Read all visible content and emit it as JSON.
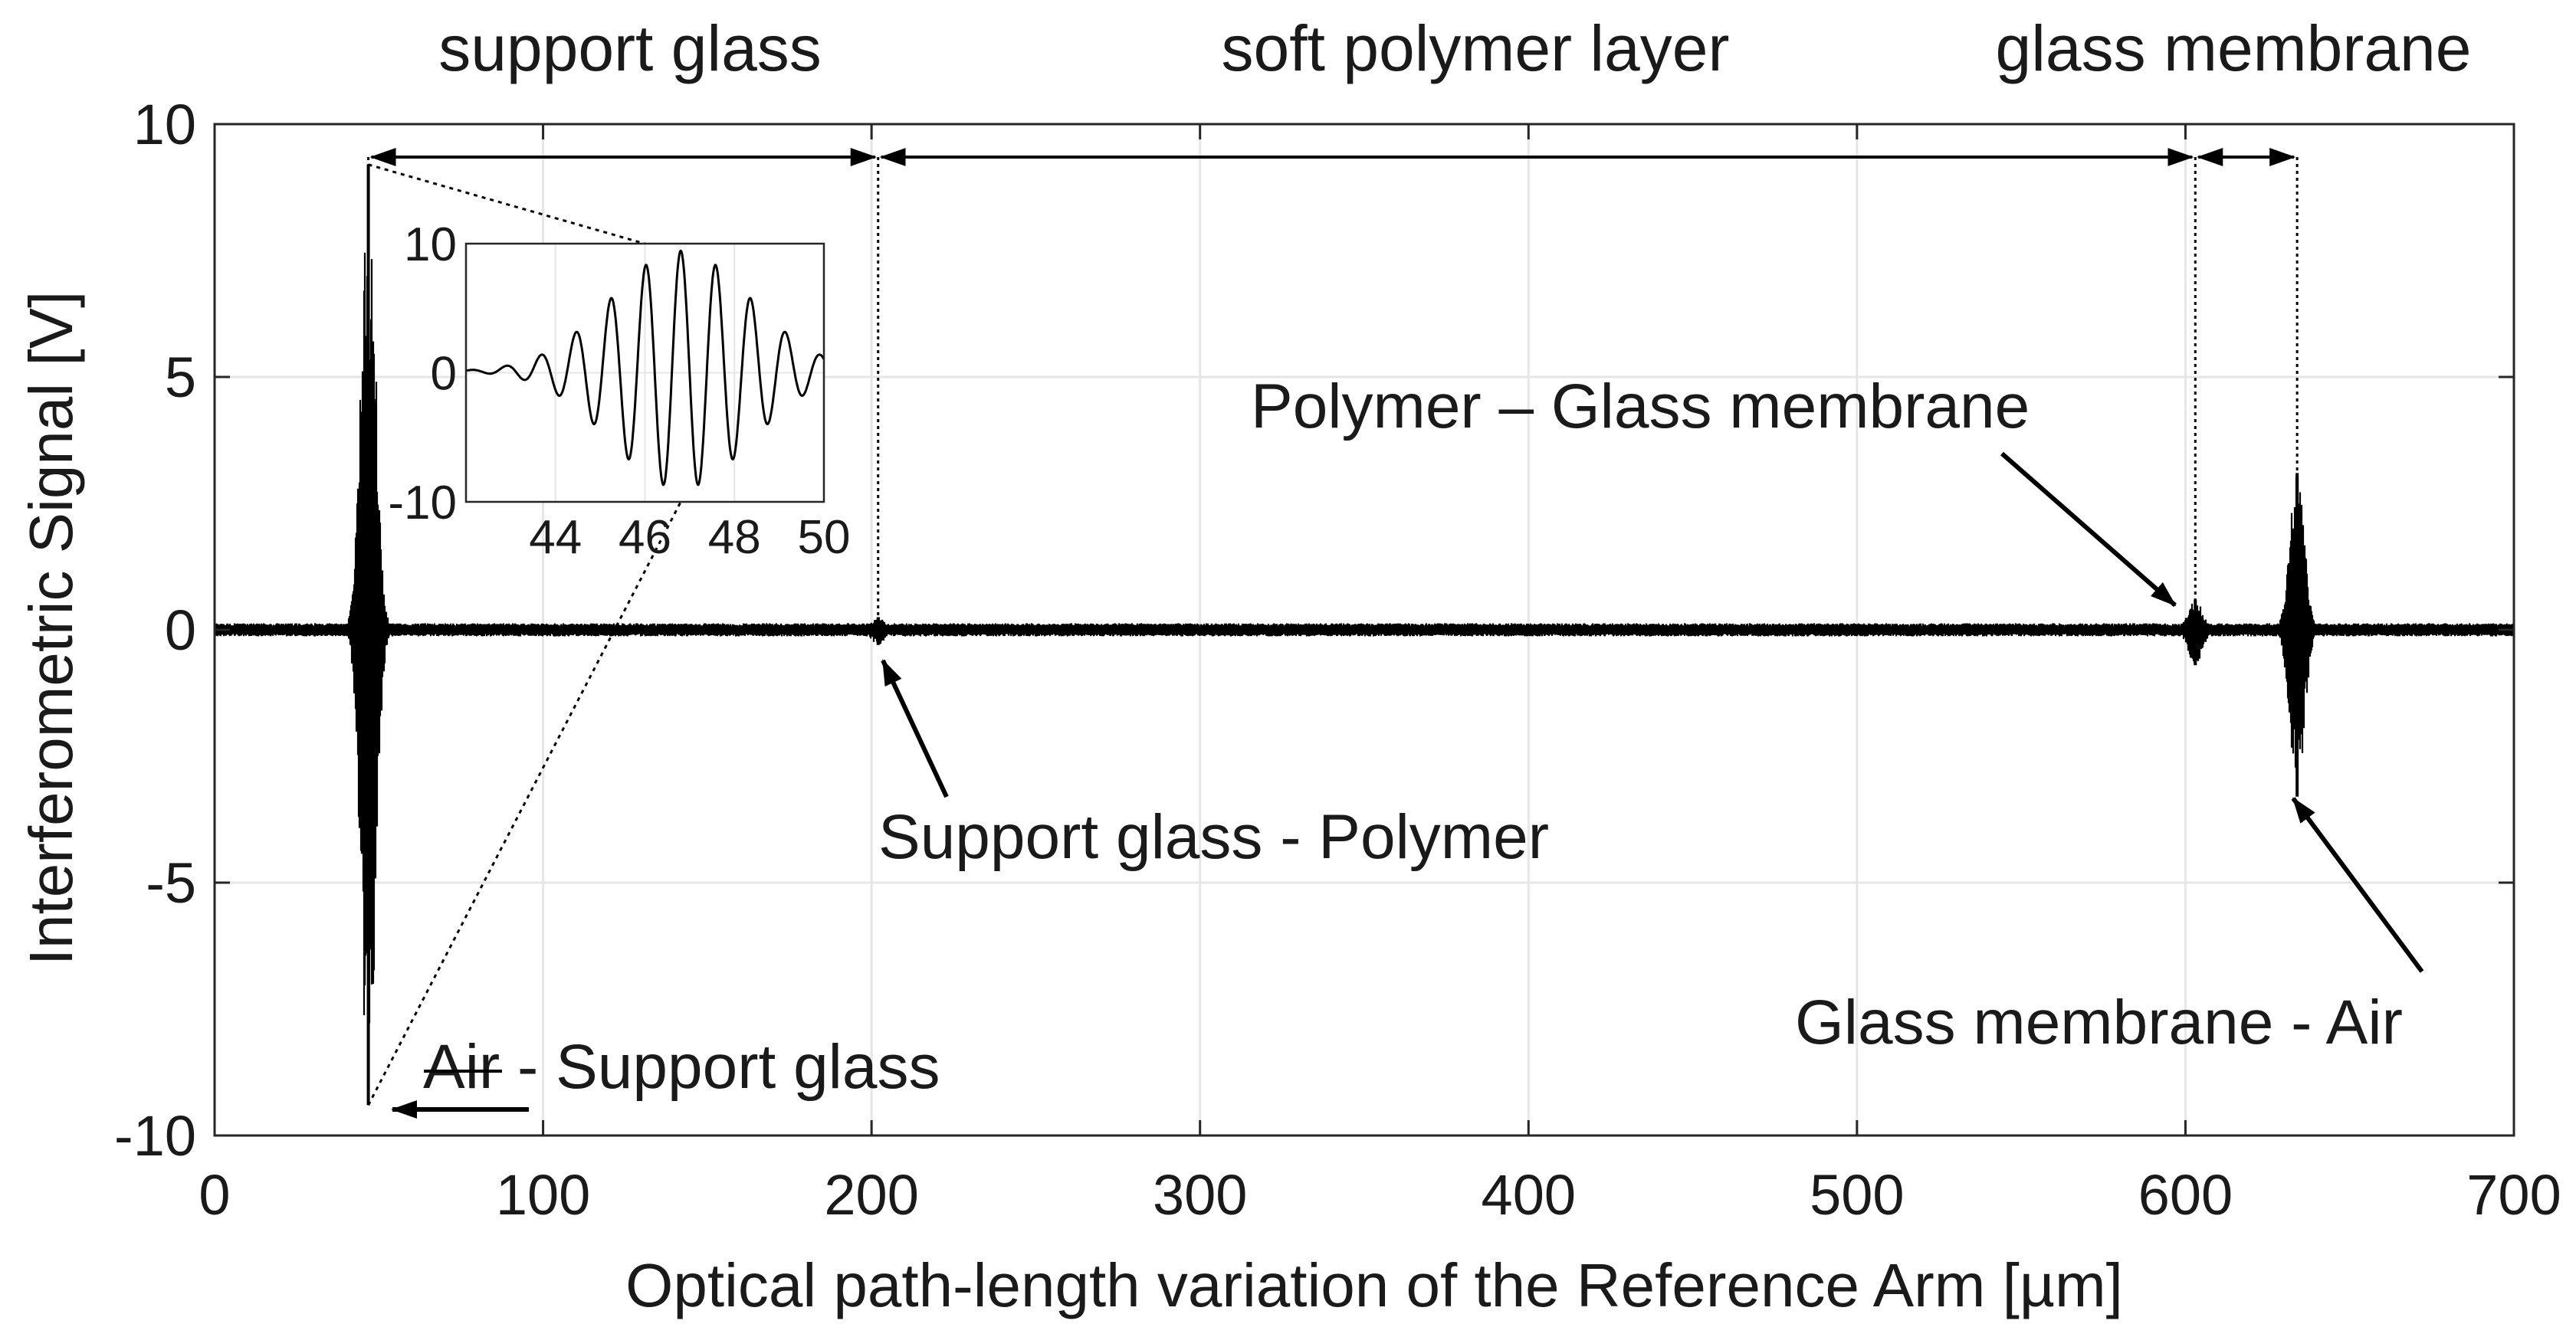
{
  "chart_data": {
    "type": "line",
    "title": "",
    "xlabel": "Optical path-length variation of the Reference Arm [µm]",
    "ylabel": "Interferometric Signal [V]",
    "xlim": [
      0,
      700
    ],
    "ylim": [
      -10,
      10
    ],
    "x_ticks": [
      "0",
      "100",
      "200",
      "300",
      "400",
      "500",
      "600",
      "700"
    ],
    "y_ticks": [
      "10",
      "5",
      "0",
      "-5",
      "-10"
    ],
    "grid": true,
    "series": [
      {
        "name": "",
        "peaks": [
          {
            "x": 46.8,
            "max": 9.2,
            "min": -9.4
          },
          {
            "x": 202,
            "max": 0.25,
            "min": -0.3
          },
          {
            "x": 603,
            "max": 0.6,
            "min": -0.7
          },
          {
            "x": 634,
            "max": 3.1,
            "min": -3.3
          }
        ]
      }
    ],
    "layers": [
      {
        "label": "support glass",
        "x_start": 46.8,
        "x_end": 202
      },
      {
        "label": "soft polymer layer",
        "x_start": 202,
        "x_end": 603
      },
      {
        "label": "glass membrane",
        "x_start": 603,
        "x_end": 634
      }
    ],
    "annotations": [
      {
        "id": "air_support",
        "text": "Air - Support glass",
        "x": 46.8,
        "y": -9.4
      },
      {
        "id": "support_polymer",
        "text": "Support glass - Polymer",
        "x": 202,
        "y": -0.5
      },
      {
        "id": "polymer_membrane",
        "text": "Polymer – Glass membrane",
        "x": 600,
        "y": 0.5
      },
      {
        "id": "membrane_air",
        "text": "Glass membrane - Air",
        "x": 634,
        "y": -3.3
      }
    ],
    "inset": {
      "xlim": [
        42,
        50
      ],
      "ylim": [
        -10,
        10
      ],
      "x_ticks": [
        "44",
        "46",
        "48",
        "50"
      ],
      "y_ticks": [
        "10",
        "0",
        "-10"
      ],
      "center": 46.8,
      "peak": 9.2,
      "period": 0.78
    }
  }
}
